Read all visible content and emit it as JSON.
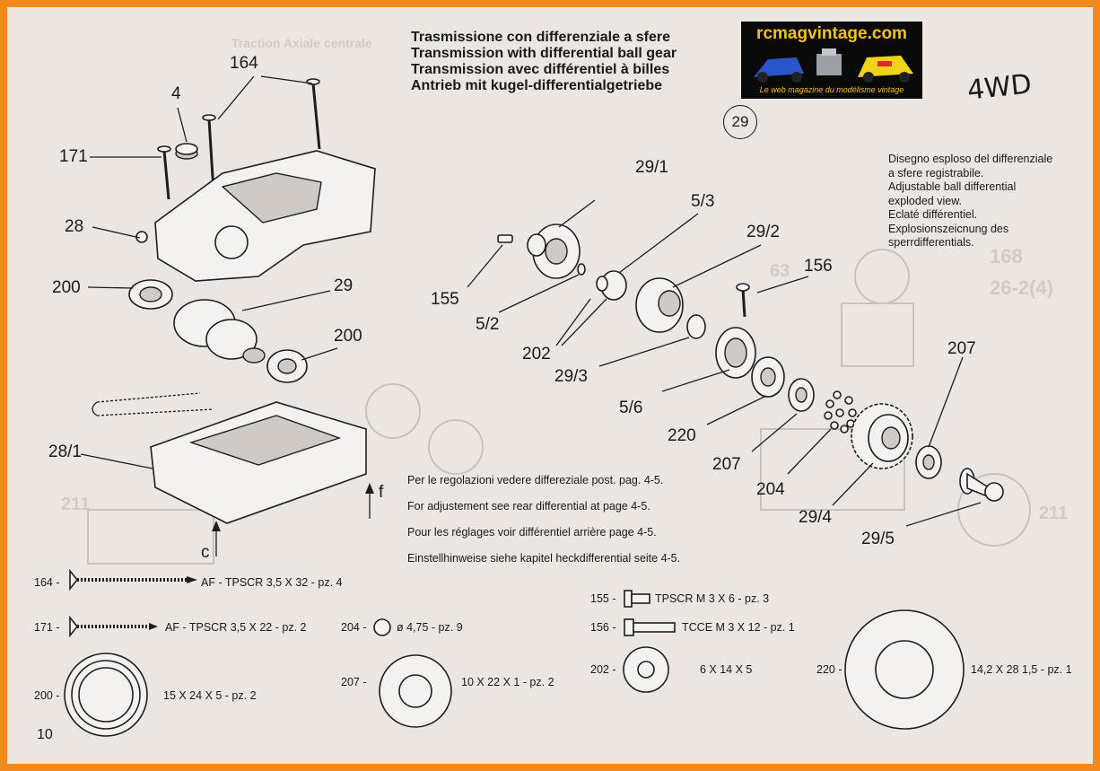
{
  "title": {
    "it": "Trasmissione con differenziale a sfere",
    "en": "Transmission with differential ball gear",
    "fr": "Transmission avec différentiel à billes",
    "de": "Antrieb mit kugel-differentialgetriebe"
  },
  "logo": {
    "site": "rcmagvintage.com",
    "tagline": "Le web magazine du modélisme vintage"
  },
  "badge": "4WD",
  "section_number": "29",
  "description": [
    "Disegno esploso del differenziale",
    "a sfere registrabile.",
    "Adjustable ball differential",
    "exploded view.",
    "Eclaté différentiel.",
    "Explosionszeicnung des",
    "sperrdifferentials."
  ],
  "notes": [
    "Per le regolazioni vedere differeziale post. pag. 4-5.",
    "For adjustement see rear differential at page 4-5.",
    "Pour les réglages voir différentiel arrière page 4-5.",
    "Einstellhinweise siehe kapitel heckdifferential seite 4-5."
  ],
  "callouts": {
    "c164": "164",
    "c4": "4",
    "c171": "171",
    "c28": "28",
    "c200a": "200",
    "c29": "29",
    "c200b": "200",
    "c28_1": "28/1",
    "cc": "c",
    "cf": "f",
    "c29_1": "29/1",
    "c5_3": "5/3",
    "c29_2": "29/2",
    "c156": "156",
    "c155": "155",
    "c5_2": "5/2",
    "c202": "202",
    "c29_3": "29/3",
    "c5_6": "5/6",
    "c220": "220",
    "c207a": "207",
    "c207b": "207",
    "c204": "204",
    "c29_4": "29/4",
    "c29_5": "29/5"
  },
  "legend": {
    "l164_num": "164 -",
    "l164_text": "AF - TPSCR 3,5 X 32 - pz. 4",
    "l171_num": "171 -",
    "l171_text": "AF - TPSCR 3,5 X 22 - pz. 2",
    "l204_num": "204 -",
    "l204_text": "ø 4,75 - pz. 9",
    "l155_num": "155 -",
    "l155_text": "TPSCR M 3 X 6 - pz. 3",
    "l156_num": "156 -",
    "l156_text": "TCCE M 3 X 12 - pz. 1",
    "l200_num": "200 -",
    "l200_text": "15 X 24 X 5 - pz. 2",
    "l207_num": "207 -",
    "l207_text": "10 X 22 X 1 - pz. 2",
    "l202_num": "202 -",
    "l202_text": "6 X 14 X 5",
    "l220_num": "220 -",
    "l220_text": "14,2 X 28 1,5 - pz. 1"
  },
  "page_number": "10"
}
